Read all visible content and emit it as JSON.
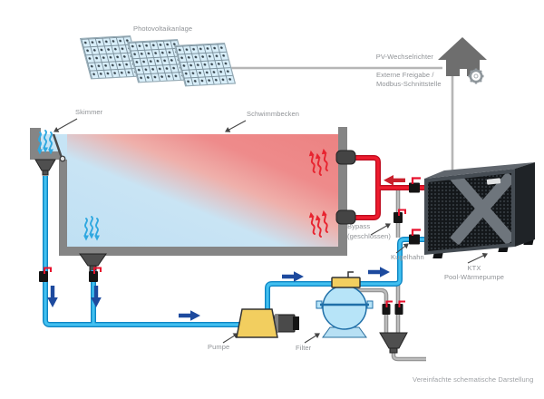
{
  "diagram": {
    "labels": {
      "photovoltaik": "Photovoltaikanlage",
      "inverter": "PV-Wechselrichter",
      "external_release": "Externe Freigabe /",
      "modbus": "Modbus-Schnittstelle",
      "skimmer": "Skimmer",
      "pool": "Schwimmbecken",
      "bypass": "Bypass",
      "bypass_state": "(geschlossen)",
      "ball_valve": "Kugelhahn",
      "pump": "Pumpe",
      "filter": "Filter",
      "heatpump_model": "KTX",
      "heatpump_name": "Pool-Wärmepumpe",
      "footnote": "Vereinfachte schematische Darstellung"
    },
    "colors": {
      "cold_pipe": "#29abe2",
      "warm_pipe": "#e8112d",
      "neutral_pipe": "#a8a8a8",
      "flow_arrow": "#1d4a9e",
      "warm_arrow": "#c9202c",
      "pool_warm": "#ec8282",
      "pool_cold": "#bfe0f3",
      "label_text": "#8f9296",
      "structure_gray": "#858585"
    }
  }
}
